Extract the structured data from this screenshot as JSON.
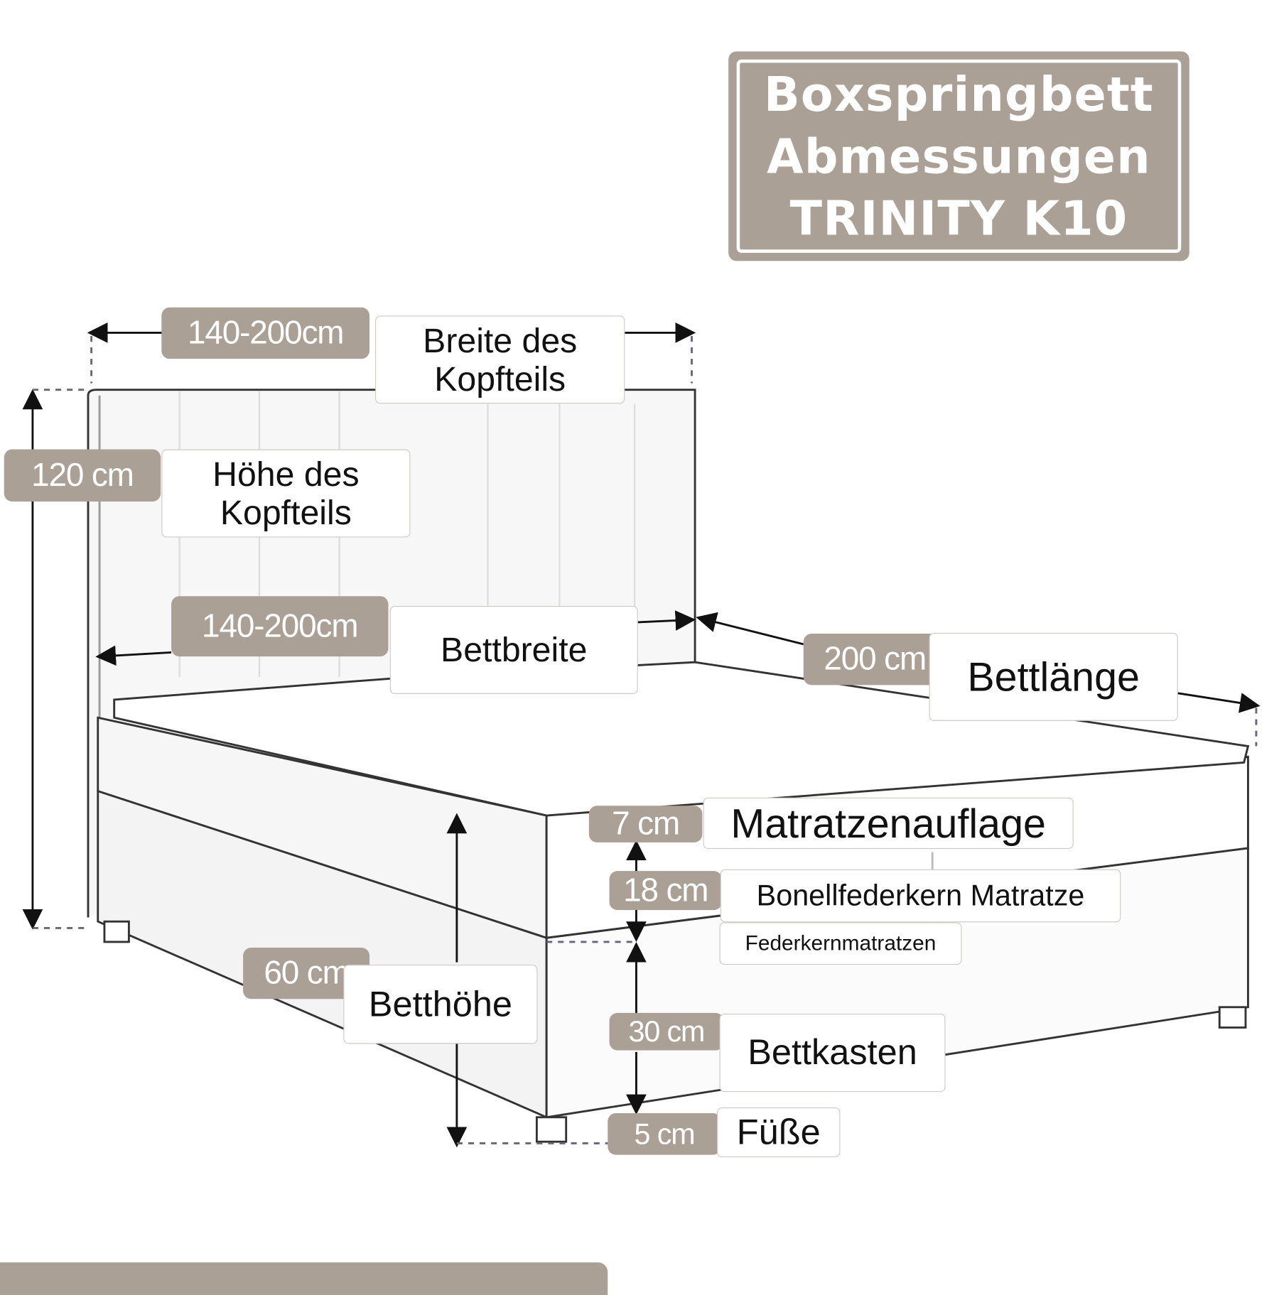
{
  "title": {
    "lines": [
      "Boxspringbett",
      "Abmessungen",
      "TRINITY K10"
    ]
  },
  "colors": {
    "accent": "#aaa095",
    "line": "#111111"
  },
  "dimensions": [
    {
      "id": "headboard-width",
      "value": "140-200cm",
      "label": "Breite des\nKopfteils"
    },
    {
      "id": "headboard-height",
      "value": "120 cm",
      "label": "Höhe des\nKopfteils"
    },
    {
      "id": "bed-width",
      "value": "140-200cm",
      "label": "Bettbreite"
    },
    {
      "id": "bed-length",
      "value": "200 cm",
      "label": "Bettlänge"
    },
    {
      "id": "topper",
      "value": "7 cm",
      "label": "Matratzenauflage"
    },
    {
      "id": "mattress",
      "value": "18 cm",
      "label": "Bonellfederkern Matratze",
      "sublabel": "Federkernmatratzen"
    },
    {
      "id": "bed-height",
      "value": "60 cm",
      "label": "Betthöhe"
    },
    {
      "id": "box",
      "value": "30 cm",
      "label": "Bettkasten"
    },
    {
      "id": "feet",
      "value": "5 cm",
      "label": "Füße"
    }
  ]
}
